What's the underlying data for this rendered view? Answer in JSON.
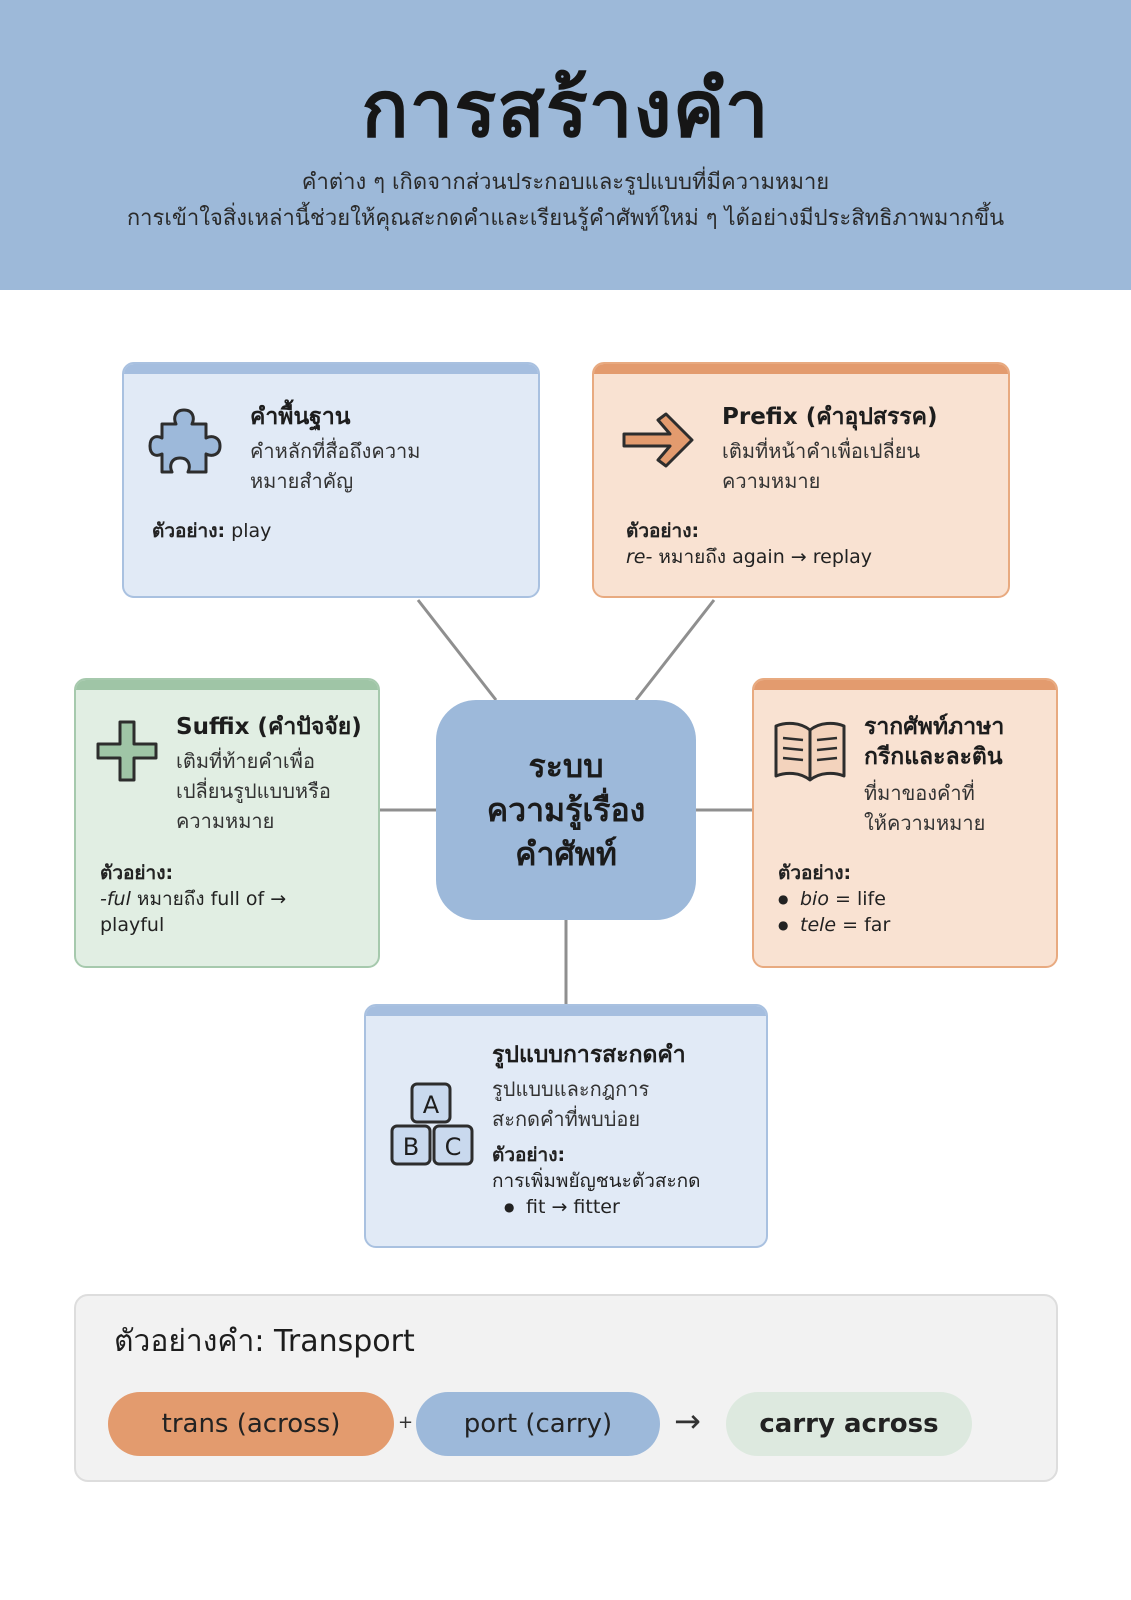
{
  "header": {
    "title": "การสร้างคำ",
    "subtitle_line1": "คำต่าง ๆ เกิดจากส่วนประกอบและรูปแบบที่มีความหมาย",
    "subtitle_line2": "การเข้าใจสิ่งเหล่านี้ช่วยให้คุณสะกดคำและเรียนรู้คำศัพท์ใหม่ ๆ ได้อย่างมีประสิทธิภาพมากขึ้น"
  },
  "center": {
    "line1": "ระบบ",
    "line2": "ความรู้เรื่อง",
    "line3": "คำศัพท์"
  },
  "cards": {
    "base": {
      "icon": "puzzle-piece-icon",
      "title": "คำพื้นฐาน",
      "desc1": "คำหลักที่สื่อถึงความ",
      "desc2": "หมายสำคัญ",
      "example_label": "ตัวอย่าง:",
      "example_text": "play"
    },
    "prefix": {
      "icon": "arrow-right-icon",
      "title": "Prefix (คำอุปสรรค)",
      "desc1": "เติมที่หน้าคำเพื่อเปลี่ยน",
      "desc2": "ความหมาย",
      "example_label": "ตัวอย่าง:",
      "example_affix": "re-",
      "example_text": "หมายถึง again → replay"
    },
    "suffix": {
      "icon": "plus-icon",
      "title": "Suffix (คำปัจจัย)",
      "desc1": "เติมที่ท้ายคำเพื่อ",
      "desc2": "เปลี่ยนรูปแบบหรือ",
      "desc3": "ความหมาย",
      "example_label": "ตัวอย่าง:",
      "example_affix": "-ful",
      "example_text": "หมายถึง full of →",
      "example_text2": "playful"
    },
    "roots": {
      "icon": "open-book-icon",
      "title1": "รากศัพท์ภาษา",
      "title2": "กรีกและละติน",
      "desc1": "ที่มาของคำที่",
      "desc2": "ให้ความหมาย",
      "example_label": "ตัวอย่าง:",
      "item1_root": "bio",
      "item1_text": "= life",
      "item2_root": "tele",
      "item2_text": "= far"
    },
    "spelling": {
      "icon": "abc-blocks-icon",
      "icon_letters": [
        "A",
        "B",
        "C"
      ],
      "title": "รูปแบบการสะกดคำ",
      "desc1": "รูปแบบและกฎการ",
      "desc2": "สะกดคำที่พบบ่อย",
      "example_label": "ตัวอย่าง:",
      "example_text": "การเพิ่มพยัญชนะตัวสะกด",
      "example_item": "fit → fitter"
    }
  },
  "example": {
    "title": "ตัวอย่างคำ: Transport",
    "part1": "trans (across)",
    "plus": "+",
    "part2": "port (carry)",
    "arrow": "→",
    "result": "carry across"
  },
  "colors": {
    "header_bg": "#9db9d9",
    "blue": "#9db9da",
    "orange": "#e39b6e",
    "green": "#9fc5a6"
  }
}
